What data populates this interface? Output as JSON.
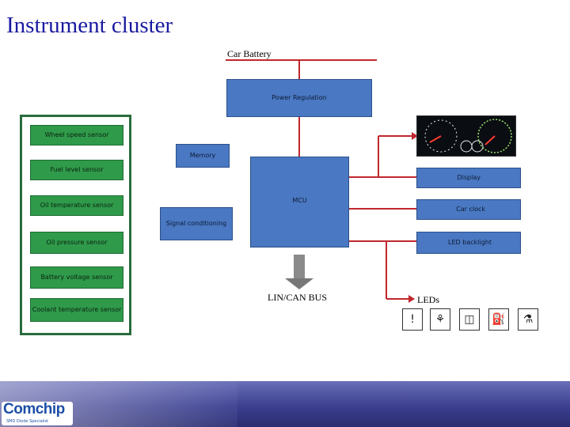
{
  "title": "Instrument cluster",
  "labels": {
    "car_battery": "Car Battery",
    "lin_can_bus": "LIN/CAN BUS",
    "leds": "LEDs"
  },
  "blocks": {
    "power_regulation": "Power Regulation",
    "memory": "Memory",
    "signal_conditioning": "Signal conditioning",
    "mcu": "MCU",
    "display": "Display",
    "car_clock": "Car clock",
    "led_backlight": "LED backlight"
  },
  "sensors": [
    "Wheel speed sensor",
    "Fuel level sensor",
    "Oil temperature sensor",
    "Oil pressure sensor",
    "Battery voltage sensor",
    "Coolant temperature sensor"
  ],
  "led_icons": [
    "warning-icon",
    "oil-can-icon",
    "battery-icon",
    "fuel-pump-icon",
    "seatbelt-icon"
  ],
  "logo": {
    "name": "Comchip",
    "tagline": "SMD Diode Specialist"
  },
  "colors": {
    "block_blue": "#4a78c2",
    "sensor_green": "#2f9a4a",
    "line_red": "#c0282e",
    "title_blue": "#1a1aa0"
  }
}
